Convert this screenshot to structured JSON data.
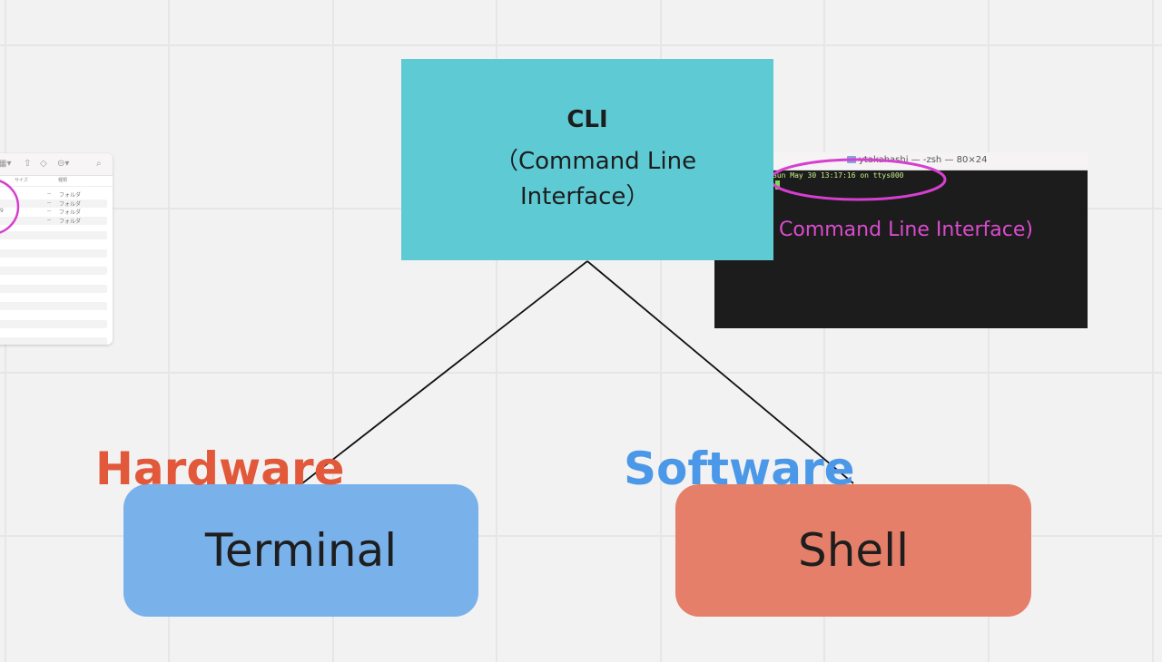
{
  "diagram": {
    "root": {
      "title": "CLI",
      "subtitle_line1": "（Command Line",
      "subtitle_line2": "Interface）",
      "color": "#5ecad4"
    },
    "children": [
      {
        "category_label": "Hardware",
        "category_color": "#e2583a",
        "node_label": "Terminal",
        "node_color": "#79b1eb"
      },
      {
        "category_label": "Software",
        "category_color": "#4c98e8",
        "node_label": "Shell",
        "node_color": "#e57f69"
      }
    ],
    "edges": [
      {
        "from": "CLI",
        "to": "Terminal"
      },
      {
        "from": "CLI",
        "to": "Shell"
      }
    ]
  },
  "finder_snippet": {
    "toolbar_icons": [
      "view-grid-icon",
      "share-icon",
      "tag-icon",
      "more-icon",
      "search-icon"
    ],
    "columns": [
      "サイズ",
      "種類"
    ],
    "rows": [
      {
        "size": "--",
        "kind": "フォルダ",
        "name_fragment": ""
      },
      {
        "size": "--",
        "kind": "フォルダ",
        "name_fragment": ""
      },
      {
        "size": "--",
        "kind": "フォルダ",
        "name_fragment": "9"
      },
      {
        "size": "--",
        "kind": "フォルダ",
        "name_fragment": ""
      }
    ]
  },
  "terminal_snippet": {
    "title": "ytakahashi — -zsh — 80×24",
    "login_line": "Sun May 30 13:17:16 on ttys000",
    "annotation": "Command Line Interface)",
    "annotation_color": "#d94ccd",
    "highlight_color": "#d63fcf"
  }
}
